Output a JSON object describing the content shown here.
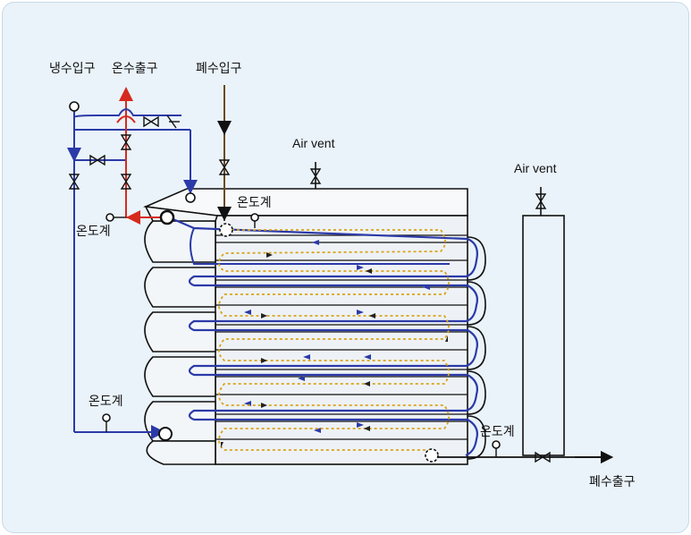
{
  "diagram": {
    "labels": {
      "cold_water_inlet": "냉수입구",
      "hot_water_outlet": "온수출구",
      "waste_water_inlet": "폐수입구",
      "waste_water_outlet": "폐수출구",
      "air_vent_main": "Air vent",
      "air_vent_side": "Air vent",
      "thermometer_top": "온도계",
      "thermometer_left_upper": "온도계",
      "thermometer_left_lower": "온도계",
      "thermometer_bottom_right": "온도계"
    },
    "colors": {
      "background": "#eaf3fa",
      "cold_water_line": "#2b3aa8",
      "hot_water_line": "#d62a1e",
      "waste_water_line": "#6b4a1a",
      "flow_path": "#d9a31a",
      "outline": "#111111"
    }
  }
}
